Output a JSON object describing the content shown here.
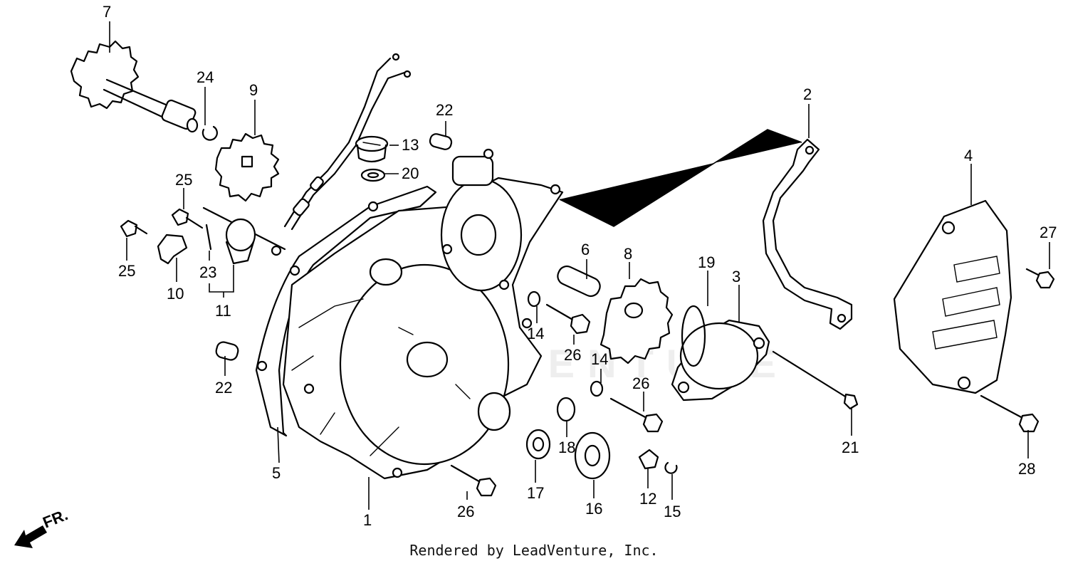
{
  "diagram": {
    "callouts": {
      "c1": "1",
      "c2": "2",
      "c3": "3",
      "c4": "4",
      "c5": "5",
      "c6": "6",
      "c7": "7",
      "c8": "8",
      "c9": "9",
      "c10": "10",
      "c11": "11",
      "c12": "12",
      "c13": "13",
      "c14a": "14",
      "c14b": "14",
      "c15": "15",
      "c16": "16",
      "c17": "17",
      "c18": "18",
      "c19": "19",
      "c20": "20",
      "c21": "21",
      "c22a": "22",
      "c22b": "22",
      "c23": "23",
      "c24": "24",
      "c25a": "25",
      "c25b": "25",
      "c26a": "26",
      "c26b": "26",
      "c26c": "26",
      "c27": "27",
      "c28": "28"
    },
    "direction_label": "FR.",
    "footer": "Rendered by LeadVenture, Inc.",
    "watermark": "LEADVENTURE"
  }
}
